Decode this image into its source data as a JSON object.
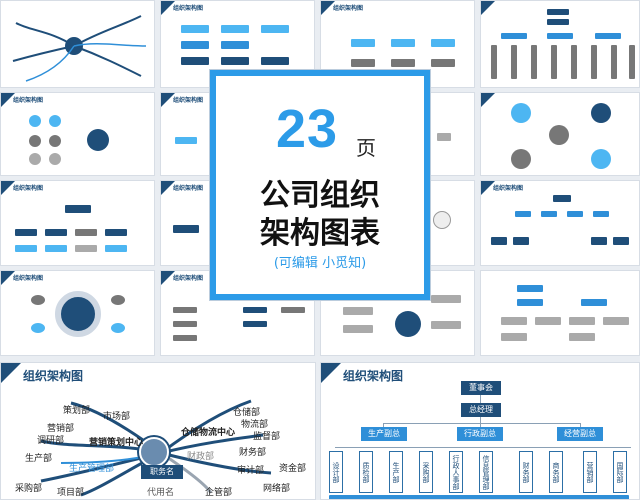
{
  "cover": {
    "count": "23",
    "unit": "页",
    "title_line1": "公司组织",
    "title_line2": "架构图表",
    "subtitle": "(可编辑 小觅知)"
  },
  "thumb_title": "组织架构图",
  "left_panel": {
    "title": "组织架构图",
    "center_name": "职务名",
    "center_sub": "代用名",
    "branches": [
      "策划部",
      "市场部",
      "营销部",
      "调研部",
      "生产部",
      "采购部",
      "项目部",
      "营销策划中心",
      "生产管理部",
      "仓储部",
      "物流部",
      "监督部",
      "财务部",
      "审计部",
      "资金部",
      "网络部",
      "企管部",
      "财政部",
      "仓储物流中心"
    ]
  },
  "right_panel": {
    "title": "组织架构图",
    "chairman": "董事会",
    "gm": "总经理",
    "vps": [
      "生产副总",
      "行政副总",
      "经营副总"
    ],
    "depts": [
      "设计部",
      "质检部",
      "生产部",
      "采购部",
      "行政人事部",
      "信息管理部",
      "财务部",
      "商务部",
      "营销部",
      "国际部"
    ]
  },
  "colors": {
    "accent": "#2c9be8",
    "navy": "#1f4e79",
    "gray": "#777777"
  }
}
